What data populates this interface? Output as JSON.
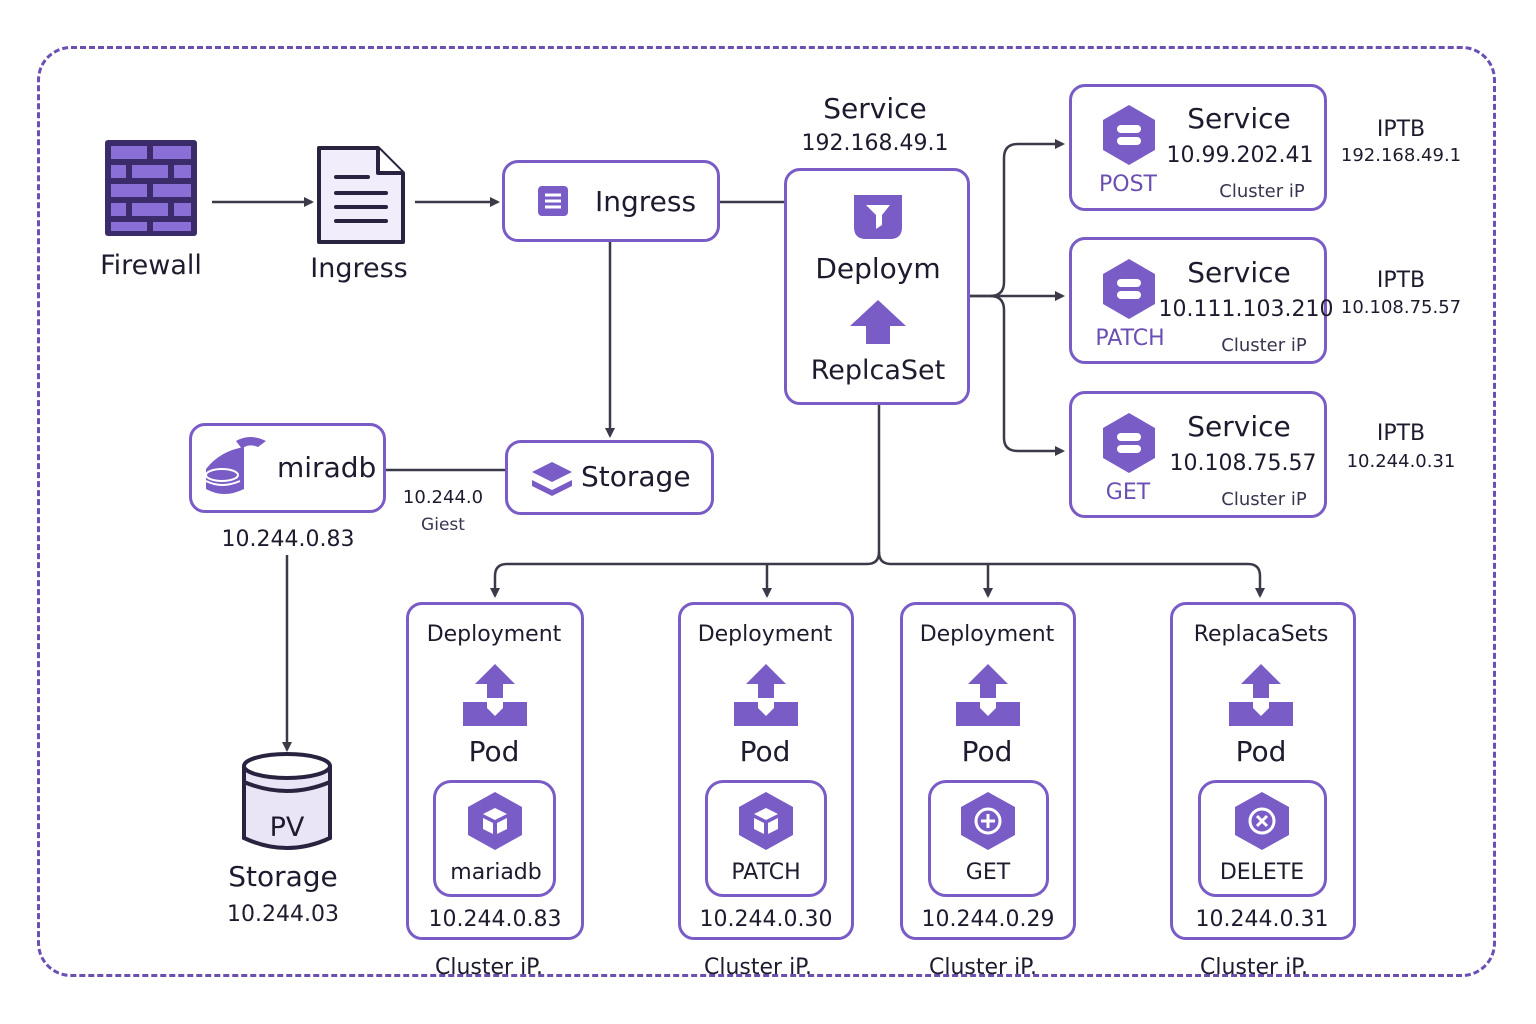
{
  "top_row": {
    "firewall": "Firewall",
    "ingress_doc": "Ingress",
    "ingress_box": "Ingress",
    "storage_box": "Storage"
  },
  "service_top": {
    "title": "Service",
    "ip": "192.168.49.1"
  },
  "deploy_center": {
    "deploy": "Deploym",
    "replica": "ReplcaSet"
  },
  "db": {
    "name": "miradb",
    "ip": "10.244.0.83",
    "link_ip": "10.244.0",
    "link_label": "Giest"
  },
  "pv": {
    "label": "PV",
    "name": "Storage",
    "ip": "10.244.03"
  },
  "services": [
    {
      "title": "Service",
      "ip": "10.99.202.41",
      "method": "POST",
      "type": "Cluster iP",
      "iptb_label": "IPTB",
      "iptb_ip": "192.168.49.1"
    },
    {
      "title": "Service",
      "ip": "10.111.103.210",
      "method": "PATCH",
      "type": "Cluster iP",
      "iptb_label": "IPTB",
      "iptb_ip": "10.108.75.57"
    },
    {
      "title": "Service",
      "ip": "10.108.75.57",
      "method": "GET",
      "type": "Cluster iP",
      "iptb_label": "IPTB",
      "iptb_ip": "10.244.0.31"
    }
  ],
  "pods": [
    {
      "header": "Deployment",
      "pod": "Pod",
      "name": "mariadb",
      "ip": "10.244.0.83",
      "footer": "Cluster iP."
    },
    {
      "header": "Deployment",
      "pod": "Pod",
      "name": "PATCH",
      "ip": "10.244.0.30",
      "footer": "Cluster iP."
    },
    {
      "header": "Deployment",
      "pod": "Pod",
      "name": "GET",
      "ip": "10.244.0.29",
      "footer": "Cluster iP."
    },
    {
      "header": "ReplacaSets",
      "pod": "Pod",
      "name": "DELETE",
      "ip": "10.244.0.31",
      "footer": "Cluster iP."
    }
  ],
  "colors": {
    "accent": "#7a5cc6",
    "accent_dark": "#6b4fb3",
    "line": "#3a3a48",
    "text": "#1f1a2e"
  },
  "icons": [
    "firewall-icon",
    "document-icon",
    "list-icon",
    "database-icon",
    "layers-icon",
    "funnel-icon",
    "arrow-up-icon",
    "hexagon-icon",
    "cube-icon",
    "plus-icon",
    "close-icon",
    "cylinder-icon"
  ]
}
